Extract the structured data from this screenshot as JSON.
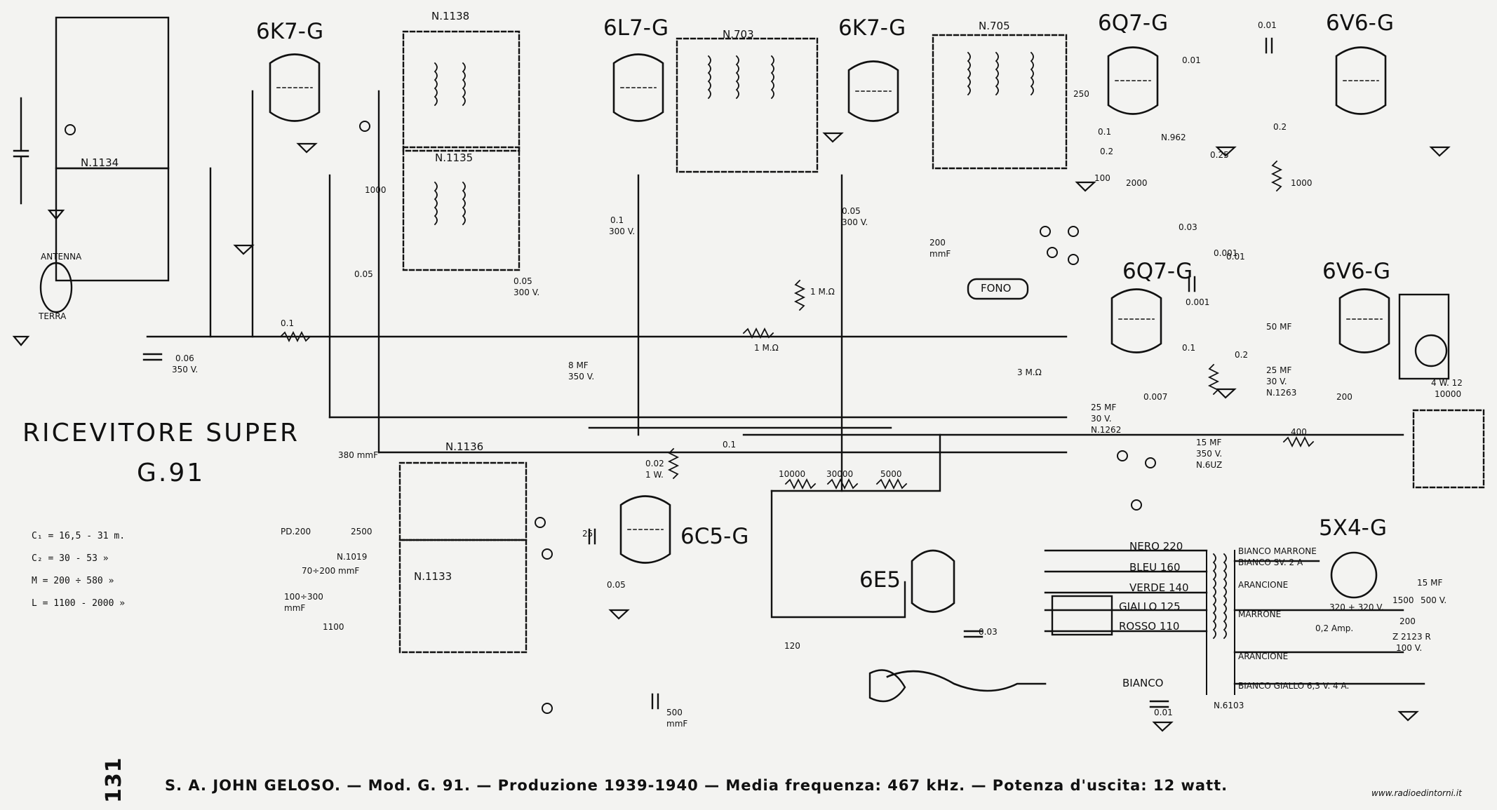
{
  "title": {
    "line1": "RICEVITORE SUPER",
    "line2": "G.91"
  },
  "tubes": {
    "t1": "6K7-G",
    "t2": "6L7-G",
    "t3": "6K7-G",
    "t4": "6Q7-G",
    "t5": "6V6-G",
    "t6": "6Q7-G",
    "t7": "6V6-G",
    "t8": "6C5-G",
    "t9": "6E5",
    "t10": "5X4-G"
  },
  "specs": [
    "C₁ = 16,5 - 31 m.",
    "C₂ = 30 - 53 »",
    "M = 200 ÷ 580 »",
    "L = 1100 - 2000 »"
  ],
  "transformers": {
    "n1138": "N.1138",
    "n703": "N.703",
    "n705": "N.705",
    "n1134": "N.1134",
    "n1135": "N.1135",
    "n1136": "N.1136",
    "n1133": "N.1133",
    "n1019": "N.1019",
    "n962": "N.962",
    "n6103": "N.6103"
  },
  "components": {
    "c001a": "0.01",
    "c001b": "0.01",
    "c0001": "0.001",
    "c250": "250",
    "c01a": "0.1",
    "r02a": "0.2",
    "c100": "100",
    "r02b": "0.2",
    "r0001": "0.001",
    "c2000": "2000",
    "r025": "0.25",
    "r1mn": "1 M.Ω",
    "c005a": "0.05",
    "c005b": "300 V.",
    "c1000": "1000",
    "r01": "0.1",
    "c005c": "0.05",
    "c005d": "300 V.",
    "c006": "0.06",
    "c006v": "350 V.",
    "c8mf": "8 MF",
    "c8mfv": "350 V.",
    "c005e": "0.05",
    "c01b": "0.1",
    "c01bv": "300 V.",
    "r1mn2": "1 M.Ω",
    "c200": "200",
    "c200u": "mmF",
    "c10000": "10000",
    "r5000": "5000",
    "r1000": "1000",
    "c003": "0.03",
    "r001": "0.01",
    "c0001b": "0.001",
    "r01b": "0.1",
    "r02c": "0.2",
    "c50": "50 MF",
    "c25mf": "25 MF",
    "c30v": "30 V.",
    "n1263": "N.1263",
    "r200": "200",
    "c25mf2": "25 MF",
    "c30v2": "30 V.",
    "n1262": "N.1262",
    "r0007": "0.007",
    "r400": "400",
    "c15mf": "15 MF",
    "c350v": "350 V.",
    "c16uz": "N.6UZ",
    "r10000": "10000",
    "r30000": "30000",
    "r5000b": "5000",
    "c01c": "0.1",
    "r002": "0.02",
    "r1w": "1 W.",
    "c25": "25",
    "r005": "0.05",
    "c500": "500",
    "c500u": "mmF",
    "r120": "120",
    "c0003": "0.03",
    "c100300": "100÷300",
    "c100300u": "mmF",
    "c70200": "70÷200 mmF",
    "c1100": "1100",
    "c200b": "PD.200",
    "c2500": "2500",
    "c380": "380 mmF",
    "out4w": "4 W. 12",
    "out10000": "10000",
    "r15mf": "15 MF",
    "r1500": "1500",
    "r200b": "200",
    "r500v": "500 V.",
    "c2123": "Z 2123 R",
    "c100v": "100 V.",
    "r3m": "3 M.Ω",
    "c001c": "0.01",
    "c001cu": "0.01",
    "phono": "FONO"
  },
  "antenna": {
    "top": "ANTENNA",
    "bottom": "TERRA"
  },
  "power": {
    "nero": "NERO 220",
    "bleu": "BLEU 160",
    "verde": "VERDE 140",
    "giallo": "GIALLO 125",
    "rosso": "ROSSO 110",
    "bianco": "BIANCO",
    "arancione1": "ARANCIONE",
    "marrone": "MARRONE",
    "arancione2": "ARANCIONE",
    "bianco_giallo": "BIANCO GIALLO 6,3 V. 4 A.",
    "bianco_sv": "BIANCO SV. 2 A",
    "bianco_marrone": "BIANCO MARRONE",
    "hv": "320 + 320 V.",
    "ma": "0,2 Amp."
  },
  "footer": {
    "page": "131",
    "caption": "S. A. JOHN GELOSO. — Mod. G. 91. — Produzione 1939-1940 — Media frequenza: 467 kHz. — Potenza d'uscita: 12 watt.",
    "watermark": "www.radioedintorni.it"
  }
}
